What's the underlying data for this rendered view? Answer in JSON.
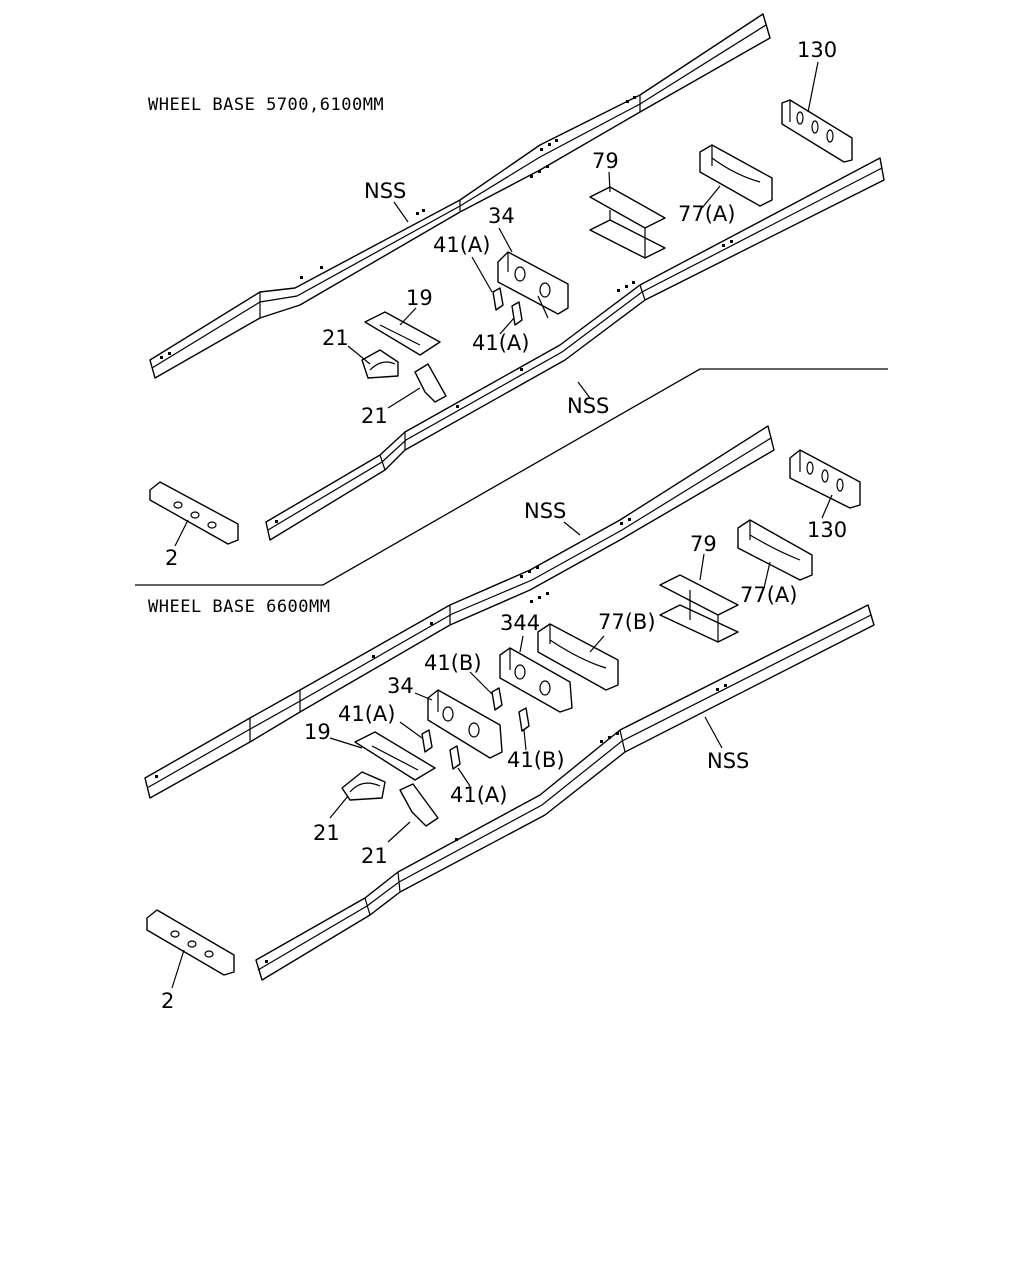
{
  "sections": [
    {
      "title": "WHEEL BASE 5700,6100MM"
    },
    {
      "title": "WHEEL BASE 6600MM"
    }
  ],
  "callouts": {
    "top": {
      "c130": "130",
      "nss_left": "NSS",
      "c79": "79",
      "c77a": "77(A)",
      "c34": "34",
      "c41a_1": "41(A)",
      "c19": "19",
      "c21_1": "21",
      "c41a_2": "41(A)",
      "c21_2": "21",
      "nss_right": "NSS",
      "c2": "2"
    },
    "bottom": {
      "nss_left": "NSS",
      "c130": "130",
      "c79": "79",
      "c77a": "77(A)",
      "c77b": "77(B)",
      "c344": "344",
      "c41b_1": "41(B)",
      "c34": "34",
      "c41a_1": "41(A)",
      "c19": "19",
      "c41b_2": "41(B)",
      "c41a_2": "41(A)",
      "nss_right": "NSS",
      "c21_1": "21",
      "c21_2": "21",
      "c2": "2"
    }
  },
  "colors": {
    "line": "#000000",
    "background": "#ffffff"
  }
}
